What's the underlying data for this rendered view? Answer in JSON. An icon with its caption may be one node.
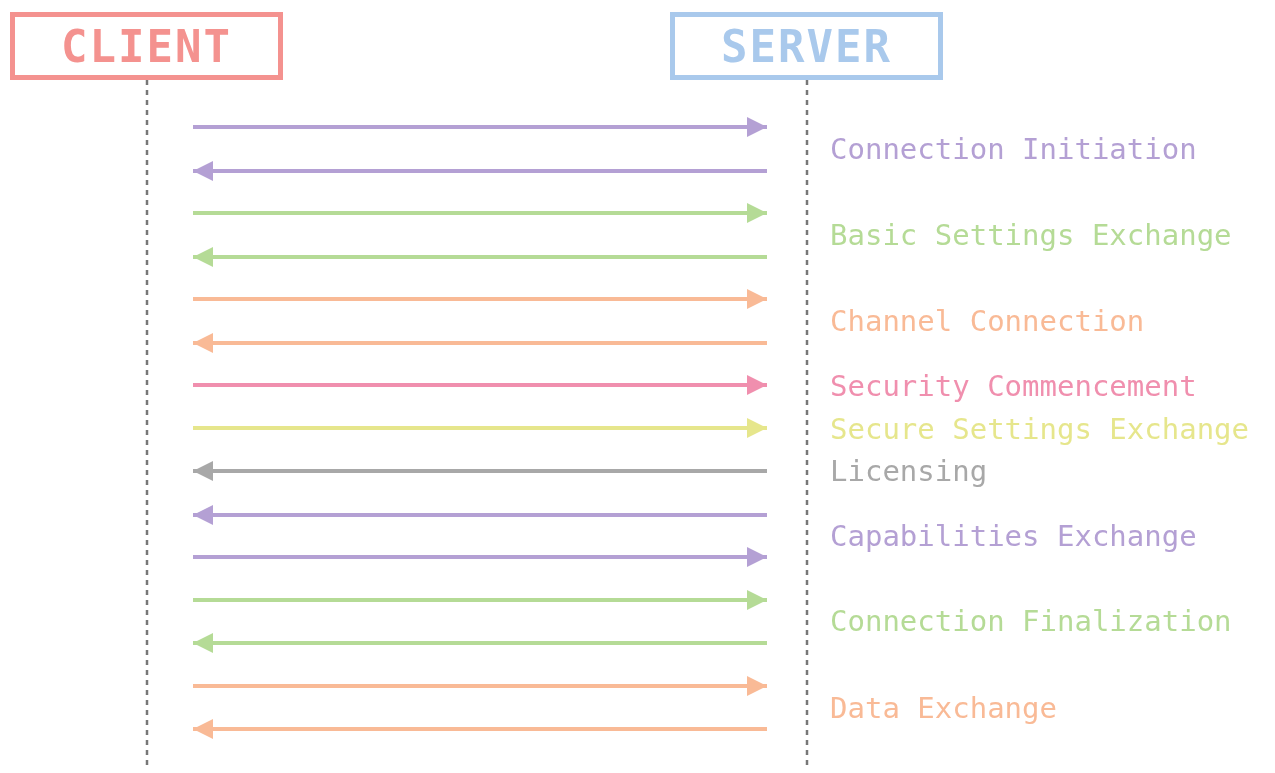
{
  "diagram": {
    "nodes": [
      {
        "text": [
          "CLIENT"
        ]
      },
      {
        "text": [
          "SERVER"
        ]
      }
    ],
    "edges": [
      {
        "from": 0,
        "to": 1,
        "arrow": "to",
        "color": "#b4a0d4"
      },
      {
        "from": 1,
        "to": 0,
        "arrow": "to",
        "color": "#b4a0d4"
      },
      {
        "from": 0,
        "to": 1,
        "arrow": "to",
        "color": "#b5db96"
      },
      {
        "from": 1,
        "to": 0,
        "arrow": "to",
        "color": "#b5db96"
      },
      {
        "from": 0,
        "to": 1,
        "arrow": "to",
        "color": "#f9ba96"
      },
      {
        "from": 1,
        "to": 0,
        "arrow": "to",
        "color": "#f9ba96"
      },
      {
        "from": 0,
        "to": 1,
        "arrow": "to",
        "color": "#f08fae"
      },
      {
        "from": 0,
        "to": 1,
        "arrow": "to",
        "color": "#e6e68c"
      },
      {
        "from": 1,
        "to": 0,
        "arrow": "to",
        "color": "#a8a8a8"
      },
      {
        "from": 1,
        "to": 0,
        "arrow": "to",
        "color": "#b4a0d4"
      },
      {
        "from": 0,
        "to": 1,
        "arrow": "to",
        "color": "#b4a0d4"
      },
      {
        "from": 0,
        "to": 1,
        "arrow": "to",
        "color": "#b5db96"
      },
      {
        "from": 1,
        "to": 0,
        "arrow": "to",
        "color": "#b5db96"
      },
      {
        "from": 0,
        "to": 1,
        "arrow": "to",
        "color": "#f9ba96"
      },
      {
        "from": 1,
        "to": 0,
        "arrow": "to",
        "color": "#f9ba96"
      }
    ],
    "labels": [
      "Connection Initiation",
      "Basic Settings Exchange",
      "Channel Connection",
      "Security Commencement",
      "Secure Settings Exchange",
      "Licensing",
      "Capabilities Exchange",
      "Connection Finalization",
      "Data Exchange"
    ]
  }
}
